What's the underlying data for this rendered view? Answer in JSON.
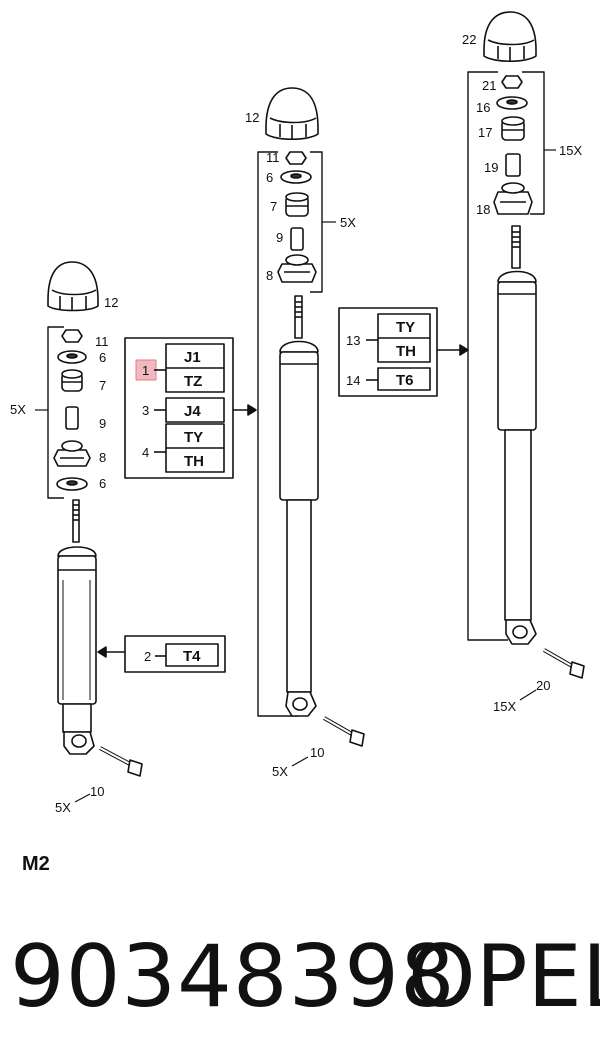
{
  "diagram": {
    "left_assembly": {
      "cap_label": "12",
      "parts": [
        "11",
        "6",
        "7",
        "9",
        "8",
        "6"
      ],
      "qty": "5X",
      "bolt_label": "10",
      "bolt_qty": "5X"
    },
    "middle_assembly": {
      "cap_label": "12",
      "parts": [
        "11",
        "6",
        "7",
        "9",
        "8"
      ],
      "qty": "5X",
      "bolt_label": "10",
      "bolt_qty": "5X"
    },
    "right_assembly": {
      "cap_label": "22",
      "parts": [
        "21",
        "16",
        "17",
        "19",
        "18"
      ],
      "qty": "15X",
      "bolt_label": "20",
      "bolt_qty": "15X"
    },
    "code_box_left": {
      "rows": [
        {
          "ref": "1",
          "codes": [
            "J1",
            "TZ"
          ],
          "highlight": true
        },
        {
          "ref": "3",
          "codes": [
            "J4"
          ]
        },
        {
          "ref": "4",
          "codes": [
            "TY",
            "TH"
          ]
        }
      ]
    },
    "code_box_t4": {
      "ref": "2",
      "code": "T4"
    },
    "code_box_right": {
      "rows": [
        {
          "ref": "13",
          "codes": [
            "TY",
            "TH"
          ]
        },
        {
          "ref": "14",
          "codes": [
            "T6"
          ]
        }
      ]
    },
    "highlight_color": "#f2b8bf"
  },
  "figure_code": "M2",
  "part_number": "90348398",
  "brand": "OPEL"
}
